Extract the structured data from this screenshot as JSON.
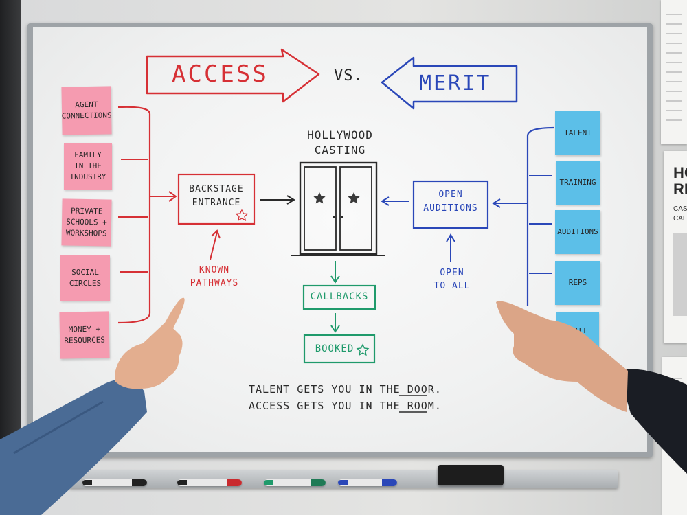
{
  "header": {
    "left_arrow": "ACCESS",
    "versus": "VS.",
    "right_arrow": "MERIT"
  },
  "center": {
    "title_line1": "HOLLYWOOD",
    "title_line2": "CASTING",
    "door_icon": "double-door-with-stars"
  },
  "left_path": {
    "notes": [
      {
        "line1": "AGENT",
        "line2": "CONNECTIONS"
      },
      {
        "line1": "FAMILY",
        "line2": "IN THE",
        "line3": "INDUSTRY"
      },
      {
        "line1": "PRIVATE",
        "line2": "SCHOOLS +",
        "line3": "WORKSHOPS"
      },
      {
        "line1": "SOCIAL",
        "line2": "CIRCLES"
      },
      {
        "line1": "MONEY +",
        "line2": "RESOURCES"
      }
    ],
    "box_line1": "BACKSTAGE",
    "box_line2": "ENTRANCE",
    "caption_line1": "KNOWN",
    "caption_line2": "PATHWAYS"
  },
  "right_path": {
    "notes": [
      "TALENT",
      "TRAINING",
      "AUDITIONS",
      "REPS",
      "GRIT"
    ],
    "box_line1": "OPEN",
    "box_line2": "AUDITIONS",
    "caption_line1": "OPEN",
    "caption_line2": "TO ALL"
  },
  "flow": {
    "step1": "CALLBACKS",
    "step2": "BOOKED"
  },
  "footer": {
    "line1_prefix": "TALENT GETS YOU IN THE ",
    "line1_emph": "DOOR",
    "line1_suffix": ".",
    "line2_prefix": "ACCESS GETS YOU IN THE ",
    "line2_emph": "ROOM",
    "line2_suffix": "."
  },
  "poster": {
    "title_line1": "HO",
    "title_line2": "RE",
    "sub_line1": "CAST",
    "sub_line2": "CALL"
  },
  "colors": {
    "red_ink": "#d63035",
    "blue_ink": "#2a47b8",
    "green_ink": "#1f9a6b",
    "pink_note": "#f59bb0",
    "blue_note": "#5cbfe8"
  }
}
